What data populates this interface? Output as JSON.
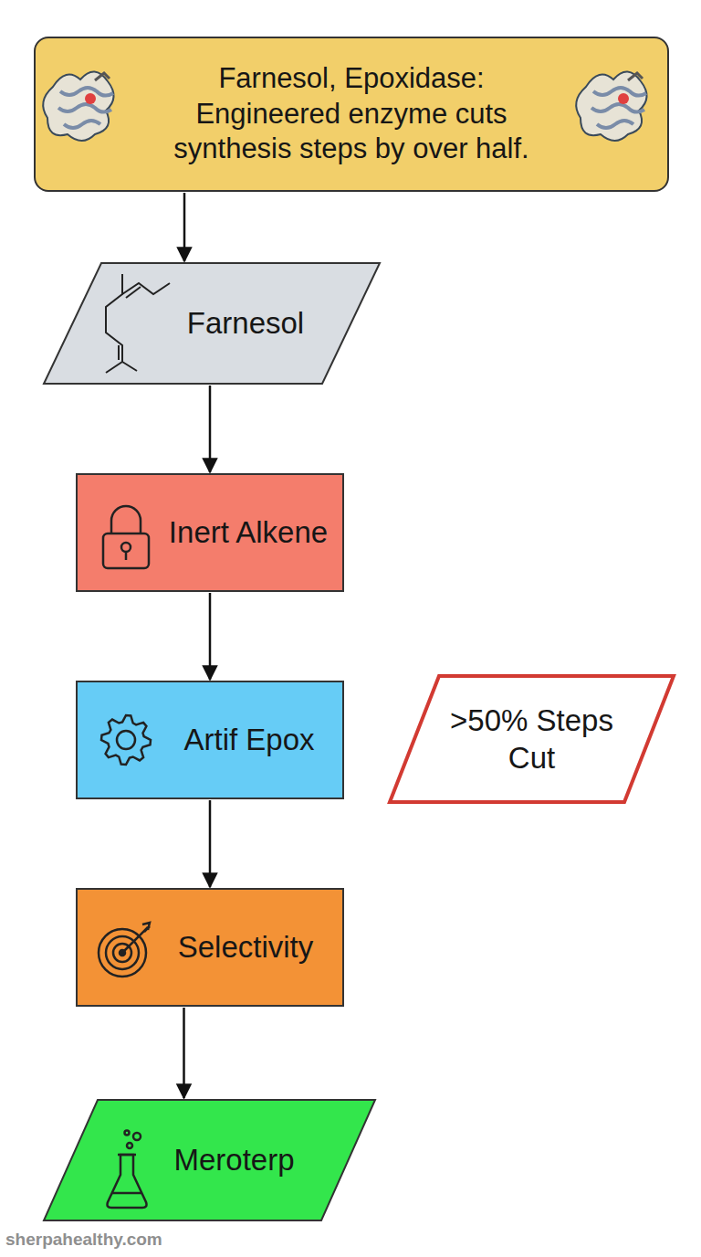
{
  "diagram": {
    "nodes": [
      {
        "text": [
          "Farnesol, Epoxidase: Engineered enzyme cuts synthesis steps by over half."
        ]
      },
      {
        "text": [
          "Farnesol"
        ]
      },
      {
        "text": [
          "Inert Alkene"
        ]
      },
      {
        "text": [
          "Artif Epox"
        ]
      },
      {
        "text": [
          ">50% Steps Cut"
        ]
      },
      {
        "text": [
          "Selectivity"
        ]
      },
      {
        "text": [
          "Meroterp"
        ]
      }
    ],
    "edges": [
      {
        "from": 0,
        "to": 1,
        "arrow": "to"
      },
      {
        "from": 1,
        "to": 2,
        "arrow": "to"
      },
      {
        "from": 2,
        "to": 3,
        "arrow": "to"
      },
      {
        "from": 3,
        "to": 5,
        "arrow": "to"
      },
      {
        "from": 5,
        "to": 6,
        "arrow": "to"
      }
    ],
    "labels": [
      "sherpahealthy.com"
    ]
  }
}
